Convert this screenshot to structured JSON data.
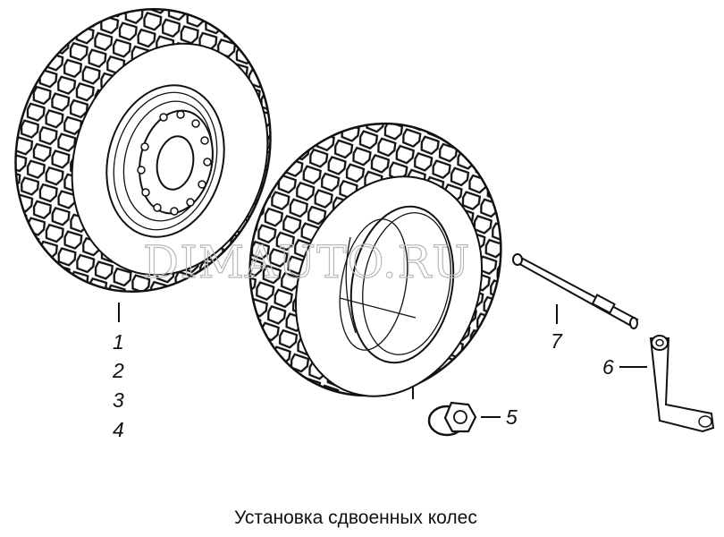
{
  "callouts": {
    "c1": "1",
    "c2": "2",
    "c3": "3",
    "c4": "4",
    "c5": "5",
    "c6": "6",
    "c7": "7"
  },
  "watermark": "DIMAUTO.RU",
  "caption": "Установка сдвоенных  колес",
  "colors": {
    "ink": "#111111",
    "paper": "#ffffff",
    "watermark": "#b9b9b9"
  }
}
